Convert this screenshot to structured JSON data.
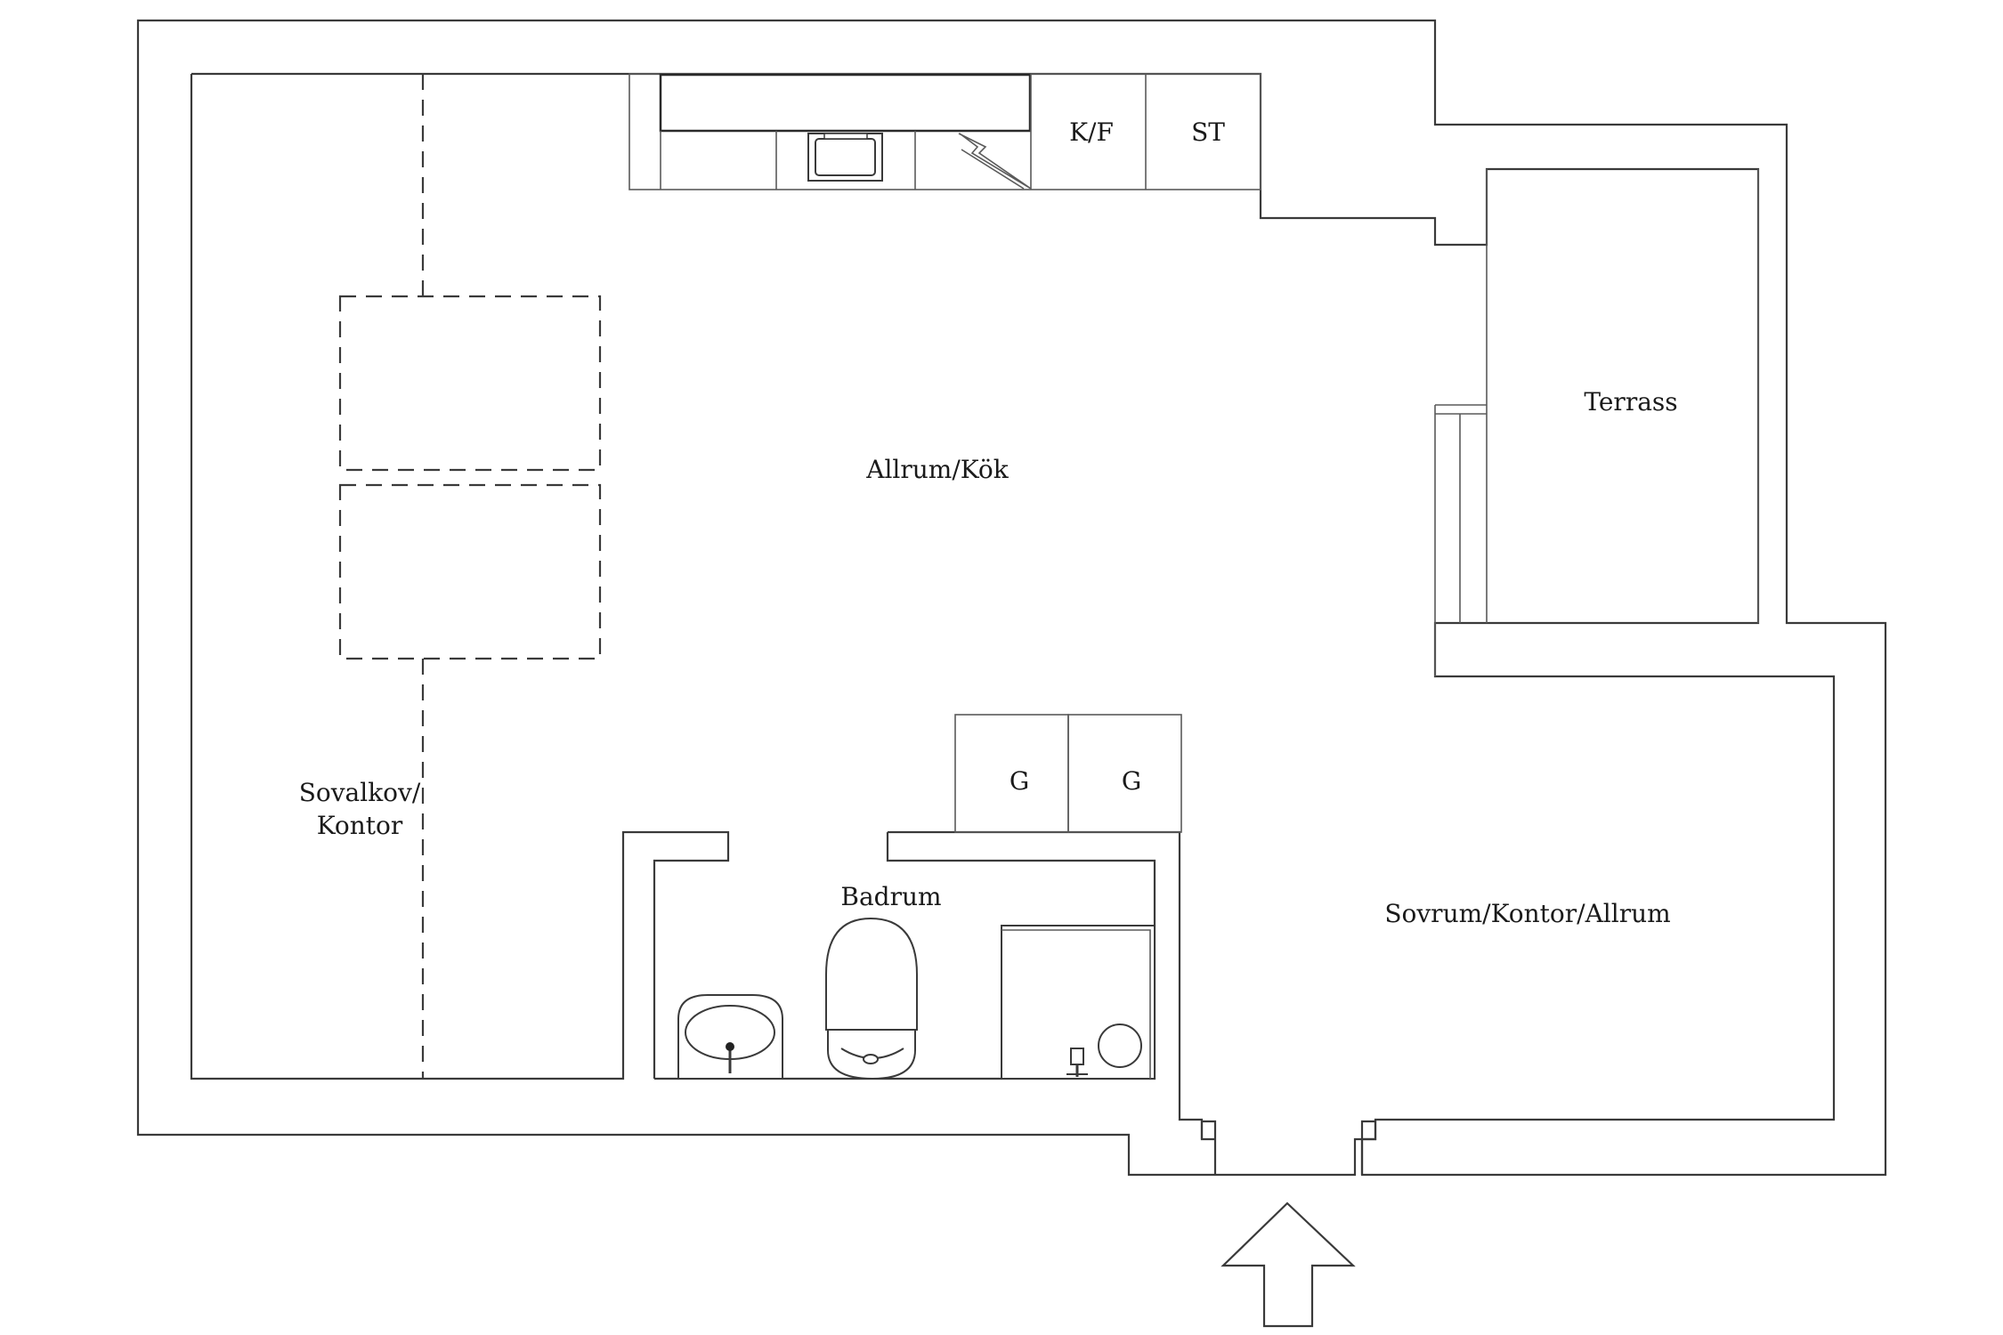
{
  "rooms": {
    "living_kitchen": "Allrum/Kök",
    "sleeping_alcove_line1": "Sovalkov/",
    "sleeping_alcove_line2": "Kontor",
    "bathroom": "Badrum",
    "bedroom": "Sovrum/Kontor/Allrum",
    "terrace": "Terrass"
  },
  "fixtures": {
    "fridge_freezer": "K/F",
    "cabinet": "ST",
    "wardrobe_1": "G",
    "wardrobe_2": "G"
  },
  "colors": {
    "background": "#ffffff",
    "lines": "#3a3a3a",
    "text": "#1a1a1a"
  },
  "icons": [
    "entrance-arrow-icon",
    "sink-icon",
    "toilet-icon",
    "stove-icon",
    "washing-machine-icon"
  ]
}
